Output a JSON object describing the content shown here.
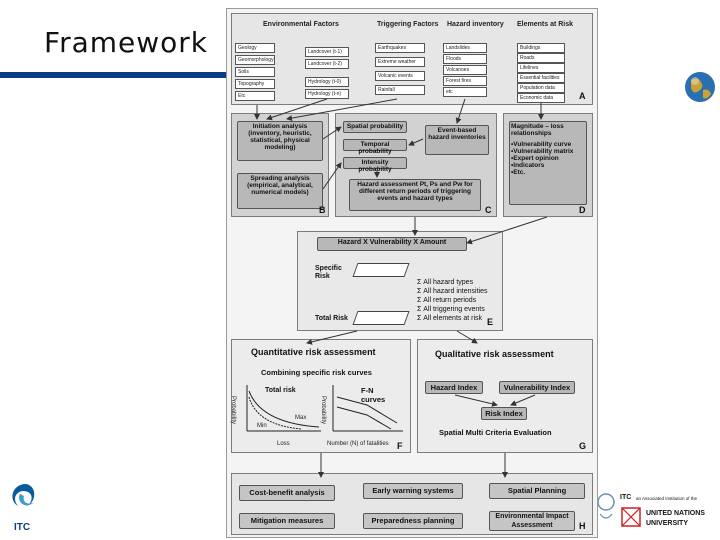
{
  "title": "Framework",
  "section_a": {
    "headers": [
      "Environmental Factors",
      "Triggering Factors",
      "Hazard inventory",
      "Elements at Risk"
    ],
    "env_factors": [
      "Geology",
      "Geomorphology",
      "Soils",
      "Topography",
      "Etc"
    ],
    "land_covers": [
      "Landcover (t-1)",
      "Landcover (t-2)"
    ],
    "hydro": [
      "Hydrology (t-0)",
      "Hydrology (t-n)"
    ],
    "triggers": [
      "Earthquakes",
      "Extreme weather",
      "Volcanic events",
      "Rainfall"
    ],
    "hazards": [
      "Landslides",
      "Floods",
      "Volcanoes",
      "Forest fires",
      "etc"
    ],
    "elements": [
      "Buildings",
      "Roads",
      "Lifelines",
      "Essential facilities",
      "Population data",
      "Economic data"
    ],
    "label": "A"
  },
  "section_b": {
    "initiation": "Initiation analysis (inventory, heuristic, statistical, physical modeling)",
    "spreading": "Spreading analysis (empirical, analytical, numerical models)",
    "label": "B"
  },
  "section_c": {
    "spatial": "Spatial probability",
    "temporal": "Temporal probability",
    "intensity": "Intensity probability",
    "event": "Event-based hazard inventories",
    "assessment": "Hazard assessment Pt, Ps and Pw for different return periods of triggering events and hazard types",
    "label": "C"
  },
  "section_d": {
    "title": "Magnitude – loss relationships",
    "items": [
      "•Vulnerability curve",
      "•Vulnerability matrix",
      "•Expert opinion",
      "•Indicators",
      "•Etc."
    ],
    "label": "D"
  },
  "section_e": {
    "formula": "Hazard X Vulnerability X Amount",
    "specific_risk": "Specific Risk",
    "total_risk": "Total Risk",
    "sums": [
      "Σ All hazard types",
      "Σ All hazard intensities",
      "Σ All return periods",
      "Σ All triggering events",
      "Σ All elements at risk"
    ],
    "label": "E"
  },
  "section_f": {
    "title": "Quantitative risk assessment",
    "subtitle": "Combining specific risk curves",
    "total_risk": "Total risk",
    "fn_curves": "F-N curves",
    "max": "Max",
    "min": "Min",
    "loss": "Loss",
    "probability_y": "Probability",
    "probability_y2": "Probability",
    "x_label": "Number (N) of fatalities",
    "label": "F"
  },
  "section_g": {
    "title": "Qualitative risk assessment",
    "hazard_index": "Hazard Index",
    "vulnerability_index": "Vulnerability Index",
    "risk_index": "Risk Index",
    "smce": "Spatial Multi Criteria Evaluation",
    "label": "G"
  },
  "section_h": {
    "buttons": [
      "Cost-benefit analysis",
      "Early warning systems",
      "Spatial Planning",
      "Mitigation measures",
      "Preparedness planning",
      "Environmental Impact Assessment"
    ],
    "label": "H"
  },
  "logos": {
    "itc": "ITC",
    "right_itc": "ITC",
    "right_itc_sub": "an Associated Institution of the",
    "un_line1": "UNITED NATIONS",
    "un_line2": "UNIVERSITY"
  }
}
